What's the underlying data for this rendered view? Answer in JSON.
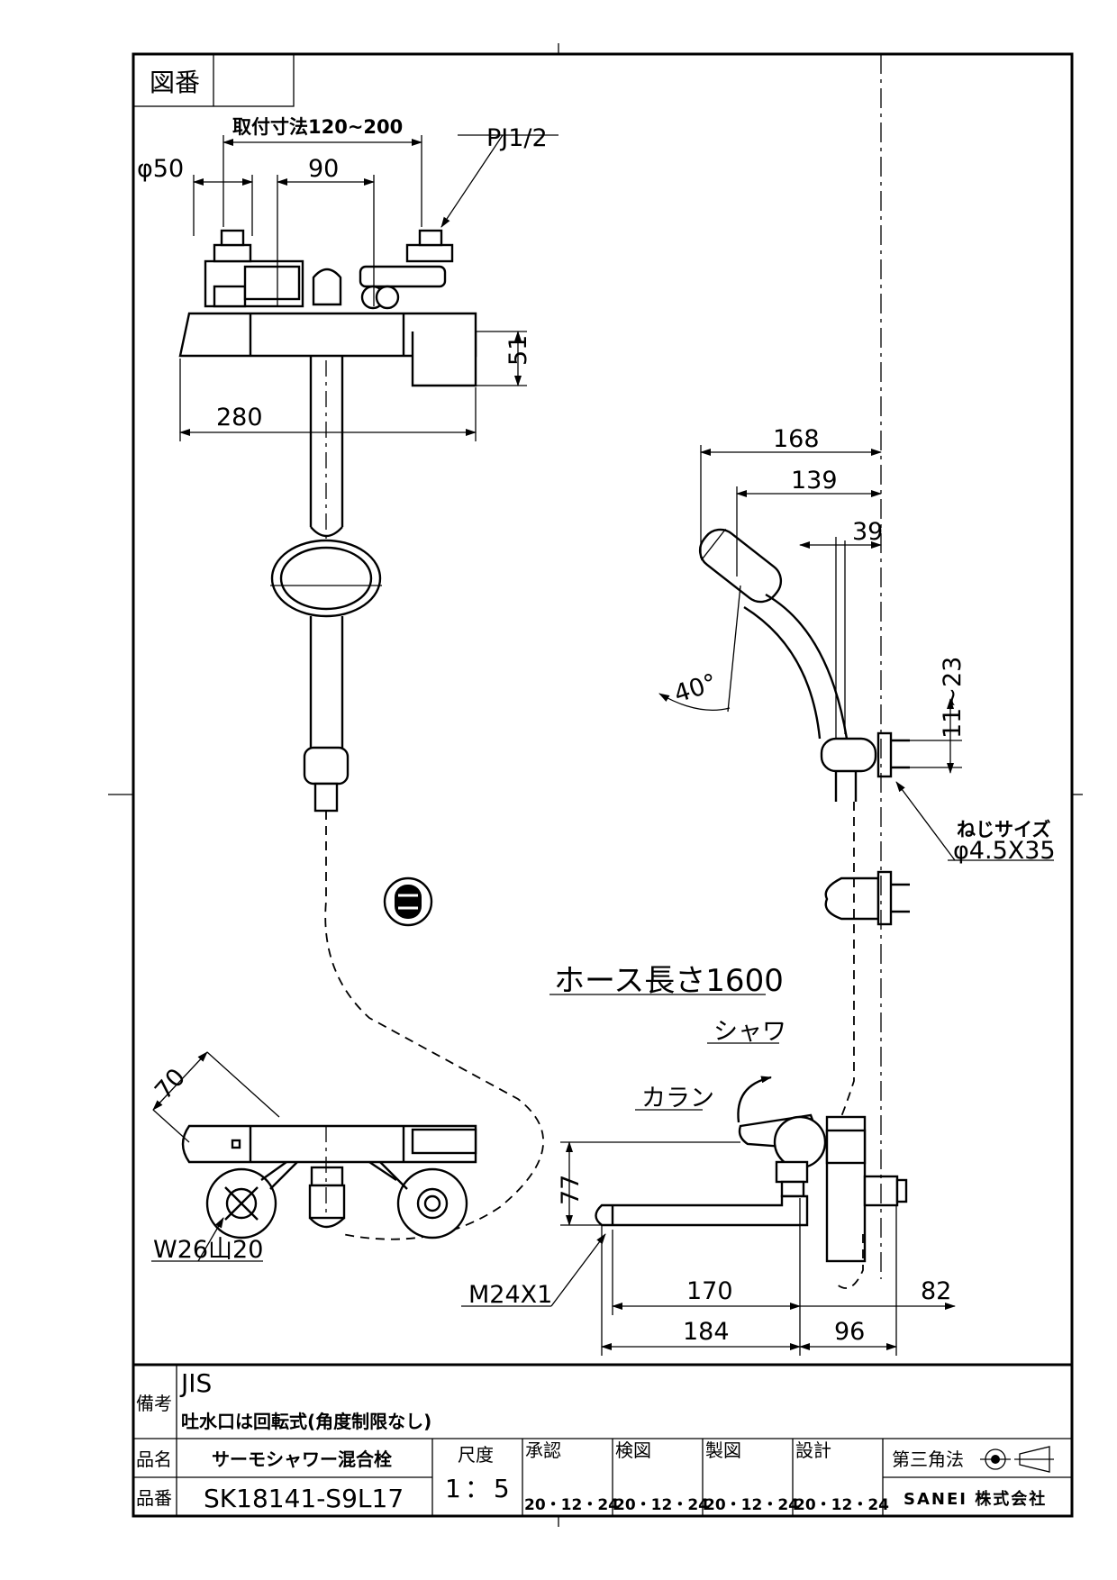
{
  "drawing": {
    "figure_number_label": "図番",
    "figure_number_value": ""
  },
  "dimensions": {
    "mount_pitch": "取付寸法120~200",
    "pipe_thread": "PJ1/2",
    "diameter": "φ50",
    "center_spacing": "90",
    "height_51": "51",
    "width_280": "280",
    "head_168": "168",
    "head_139": "139",
    "head_39": "39",
    "angle": "40°",
    "holder_range": "11~23",
    "screw_size_label": "ねじサイズ",
    "screw_size_value": "φ4.5X35",
    "hose_length": "ホース長さ1600",
    "shower_label": "シャワ",
    "spout_label": "カラン",
    "depth_70": "70",
    "height_77": "77",
    "union_thread": "W26山20",
    "spout_thread": "M24X1",
    "spout_170": "170",
    "spout_82": "82",
    "spout_184": "184",
    "spout_96": "96"
  },
  "title_block": {
    "remarks_label": "備考",
    "remarks_line1": "JIS",
    "remarks_line2": "吐水口は回転式(角度制限なし)",
    "product_name_label": "品名",
    "product_name": "サーモシャワー混合栓",
    "product_number_label": "品番",
    "product_number": "SK18141-S9L17",
    "scale_label": "尺度",
    "scale_value": "1：5",
    "approved_label": "承認",
    "checked_label": "検図",
    "drawn_label": "製図",
    "designed_label": "設計",
    "approved_date": "20・12・24",
    "checked_date": "20・12・24",
    "drawn_date": "20・12・24",
    "designed_date": "20・12・24",
    "projection_label": "第三角法",
    "company": "SANEI 株式会社"
  }
}
